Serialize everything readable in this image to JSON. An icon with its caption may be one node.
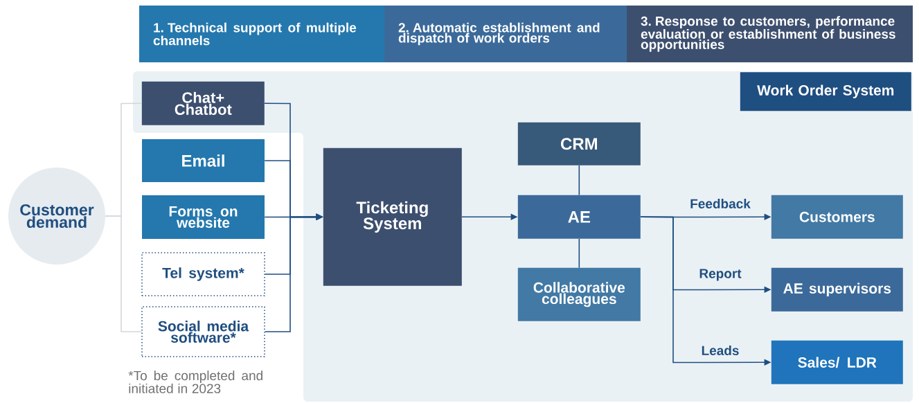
{
  "diagram": {
    "nodes": [
      {
        "text": [
          "1. Technical support of multiple channels"
        ]
      },
      {
        "text": [
          "2. Automatic establishment and dispatch of work orders"
        ]
      },
      {
        "text": [
          "3. Response to customers, performance evaluation or establishment of business opportunities"
        ]
      },
      {
        "text": [
          "Work Order System"
        ]
      },
      {
        "text": [
          "Customer demand"
        ]
      },
      {
        "text": [
          "Chat+ Chatbot"
        ],
        "in": 3
      },
      {
        "text": [
          "Email"
        ]
      },
      {
        "text": [
          "Forms on website"
        ]
      },
      {
        "text": [
          "Tel system*"
        ]
      },
      {
        "text": [
          "Social media software*"
        ]
      },
      {
        "text": [
          "Ticketing System"
        ],
        "in": 3
      },
      {
        "text": [
          "CRM"
        ],
        "in": 3
      },
      {
        "text": [
          "AE"
        ],
        "in": 3
      },
      {
        "text": [
          "Collaborative colleagues"
        ],
        "in": 3
      },
      {
        "text": [
          "Customers"
        ],
        "in": 3
      },
      {
        "text": [
          "AE supervisors"
        ],
        "in": 3
      },
      {
        "text": [
          "Sales/ LDR"
        ],
        "in": 3
      }
    ],
    "edges": [
      {
        "from": 4,
        "to": 5,
        "arrow": "none",
        "color": "#d3d7db"
      },
      {
        "from": 4,
        "to": 9,
        "arrow": "none",
        "color": "#d3d7db"
      },
      {
        "from": 5,
        "to": 10,
        "arrow": "to"
      },
      {
        "from": 6,
        "to": 10,
        "arrow": "to"
      },
      {
        "from": 7,
        "to": 10,
        "arrow": "to"
      },
      {
        "from": 8,
        "to": 10,
        "arrow": "to"
      },
      {
        "from": 9,
        "to": 10,
        "arrow": "to"
      },
      {
        "from": 10,
        "to": 12,
        "arrow": "to"
      },
      {
        "from": 11,
        "to": 12,
        "arrow": "none"
      },
      {
        "from": 12,
        "to": 13,
        "arrow": "none"
      },
      {
        "from": 12,
        "to": 14,
        "label": "Feedback",
        "arrow": "to"
      },
      {
        "from": 12,
        "to": 15,
        "label": "Report",
        "arrow": "to"
      },
      {
        "from": 12,
        "to": 16,
        "label": "Leads",
        "arrow": "to"
      }
    ],
    "labels": [
      "*To be completed and initiated in 2023"
    ]
  }
}
